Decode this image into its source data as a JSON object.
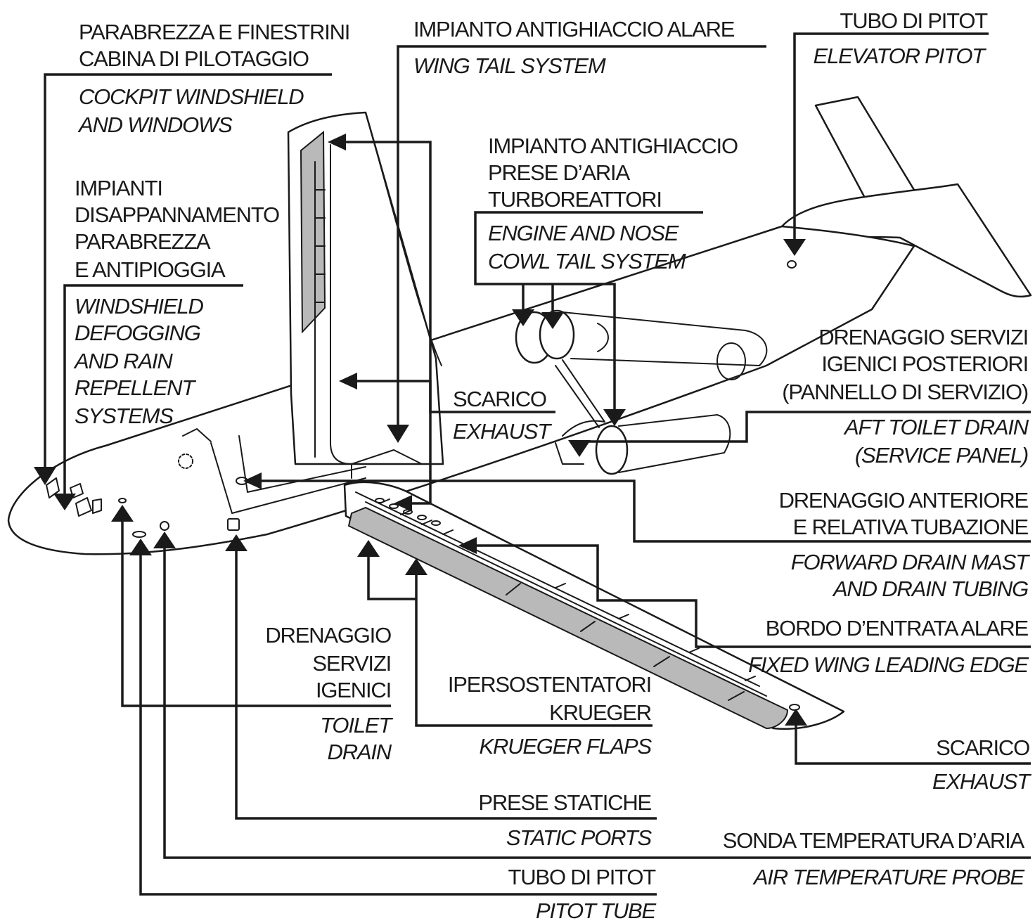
{
  "labels": {
    "cockpit_windows": {
      "it": [
        "PARABREZZA E FINESTRINI",
        "CABINA DI PILOTAGGIO"
      ],
      "en": [
        "COCKPIT WINDSHIELD",
        "AND WINDOWS"
      ]
    },
    "defogging": {
      "it": [
        "IMPIANTI",
        "DISAPPANNAMENTO",
        "PARABREZZA",
        "E ANTIPIOGGIA"
      ],
      "en": [
        "WINDSHIELD",
        "DEFOGGING",
        "AND RAIN",
        "REPELLENT",
        "SYSTEMS"
      ]
    },
    "wing_anti_ice": {
      "it": [
        "IMPIANTO ANTIGHIACCIO ALARE"
      ],
      "en": [
        "WING TAIL SYSTEM"
      ]
    },
    "elevator_pitot": {
      "it": [
        "TUBO DI PITOT"
      ],
      "en": [
        "ELEVATOR PITOT"
      ]
    },
    "engine_anti_ice": {
      "it": [
        "IMPIANTO ANTIGHIACCIO",
        "PRESE D’ARIA",
        "TURBOREATTORI"
      ],
      "en": [
        "ENGINE AND NOSE",
        "COWL TAIL SYSTEM"
      ]
    },
    "exhaust_upper": {
      "it": [
        "SCARICO"
      ],
      "en": [
        "EXHAUST"
      ]
    },
    "aft_toilet_drain": {
      "it": [
        "DRENAGGIO SERVIZI",
        "IGENICI POSTERIORI",
        "(PANNELLO DI SERVIZIO)"
      ],
      "en": [
        "AFT TOILET DRAIN",
        "(SERVICE PANEL)"
      ]
    },
    "forward_drain": {
      "it": [
        "DRENAGGIO ANTERIORE",
        "E RELATIVA TUBAZIONE"
      ],
      "en": [
        "FORWARD DRAIN MAST",
        "AND DRAIN TUBING"
      ]
    },
    "wing_leading_edge": {
      "it": [
        "BORDO D’ENTRATA ALARE"
      ],
      "en": [
        "FIXED WING LEADING EDGE"
      ]
    },
    "toilet_drain": {
      "it": [
        "DRENAGGIO",
        "SERVIZI",
        "IGENICI"
      ],
      "en": [
        "TOILET",
        "DRAIN"
      ]
    },
    "krueger_flaps": {
      "it": [
        "IPERSOSTENTATORI",
        "KRUEGER"
      ],
      "en": [
        "KRUEGER FLAPS"
      ]
    },
    "exhaust_lower": {
      "it": [
        "SCARICO"
      ],
      "en": [
        "EXHAUST"
      ]
    },
    "static_ports": {
      "it": [
        "PRESE STATICHE"
      ],
      "en": [
        "STATIC PORTS"
      ]
    },
    "air_temp_probe": {
      "it": [
        "SONDA TEMPERATURA D’ARIA"
      ],
      "en": [
        "AIR TEMPERATURE PROBE"
      ]
    },
    "pitot_tube": {
      "it": [
        "TUBO DI PITOT"
      ],
      "en": [
        "PITOT TUBE"
      ]
    }
  },
  "colors": {
    "ink": "#1a1a1a",
    "heated_panel": "#b9b9b9",
    "background": "#ffffff"
  }
}
